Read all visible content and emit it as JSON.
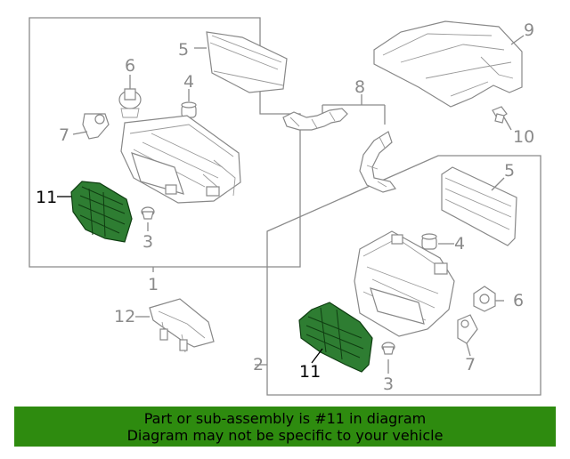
{
  "diagram": {
    "callouts": {
      "c1": "1",
      "c2": "2",
      "c3a": "3",
      "c3b": "3",
      "c4a": "4",
      "c4b": "4",
      "c5a": "5",
      "c5b": "5",
      "c6a": "6",
      "c6b": "6",
      "c7a": "7",
      "c7b": "7",
      "c8": "8",
      "c9": "9",
      "c10": "10",
      "c11a": "11",
      "c11b": "11",
      "c12": "12"
    },
    "highlight_color": "#2e7d32"
  },
  "banner": {
    "line1": "Part or sub-assembly is #11 in diagram",
    "line2": "Diagram may not be specific to your vehicle",
    "background": "#2e8b0f"
  }
}
